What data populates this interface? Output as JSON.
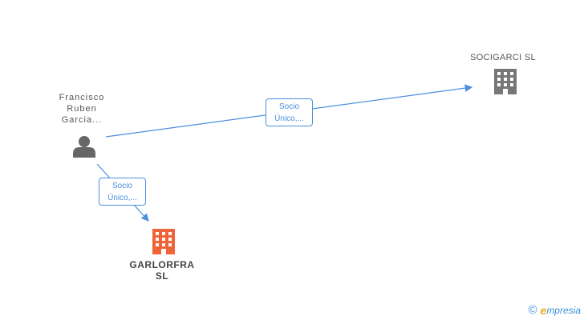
{
  "nodes": {
    "person": {
      "name_line1": "Francisco",
      "name_line2": "Ruben",
      "name_line3": "Garcia..."
    },
    "company_top": {
      "name": "SOCIGARCI SL"
    },
    "company_bottom": {
      "name_line1": "GARLORFRA",
      "name_line2": "SL"
    }
  },
  "edges": {
    "to_top": {
      "line1": "Socio",
      "line2": "Único,..."
    },
    "to_bottom": {
      "line1": "Socio",
      "line2": "Único,..."
    }
  },
  "footer": {
    "copyright_symbol": "©",
    "brand_e": "e",
    "brand_rest": "mpresia"
  },
  "colors": {
    "edge": "#4a8fe0",
    "company_neutral": "#777777",
    "company_highlight": "#f0643a",
    "person": "#666666",
    "brand_e": "#f5a623"
  }
}
